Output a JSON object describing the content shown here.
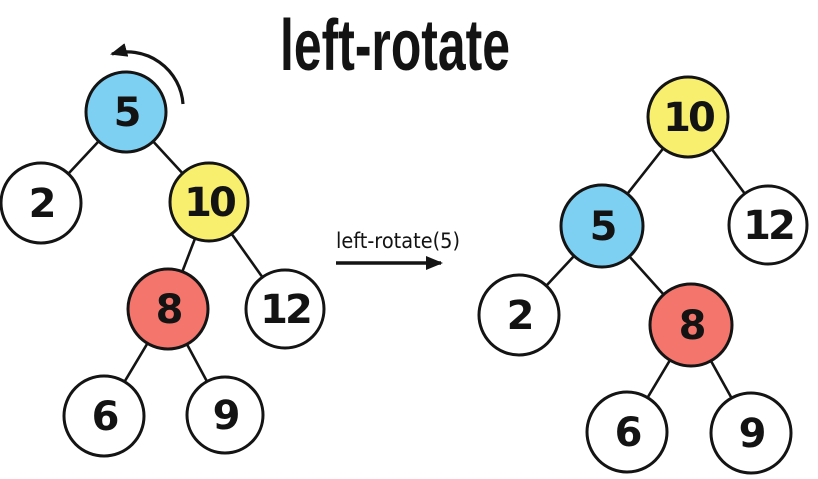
{
  "title": "left-rotate",
  "arrow_label": "left-rotate(5)",
  "palette": {
    "highlight_blue": "#7ED0F2",
    "highlight_yellow": "#F8EF6E",
    "highlight_red": "#F4756C",
    "node_white": "#FFFFFF",
    "stroke": "#141414",
    "background": "#FFFFFF"
  },
  "before": {
    "root": "5",
    "nodes": [
      {
        "value": "5",
        "fill": "#7ED0F2"
      },
      {
        "value": "2",
        "fill": "#FFFFFF"
      },
      {
        "value": "10",
        "fill": "#F8EF6E"
      },
      {
        "value": "8",
        "fill": "#F4756C"
      },
      {
        "value": "12",
        "fill": "#FFFFFF"
      },
      {
        "value": "6",
        "fill": "#FFFFFF"
      },
      {
        "value": "9",
        "fill": "#FFFFFF"
      }
    ],
    "edges": [
      "5-2",
      "5-10",
      "10-8",
      "10-12",
      "8-6",
      "8-9"
    ]
  },
  "after": {
    "root": "10",
    "nodes": [
      {
        "value": "10",
        "fill": "#F8EF6E"
      },
      {
        "value": "5",
        "fill": "#7ED0F2"
      },
      {
        "value": "12",
        "fill": "#FFFFFF"
      },
      {
        "value": "2",
        "fill": "#FFFFFF"
      },
      {
        "value": "8",
        "fill": "#F4756C"
      },
      {
        "value": "6",
        "fill": "#FFFFFF"
      },
      {
        "value": "9",
        "fill": "#FFFFFF"
      }
    ],
    "edges": [
      "10-5",
      "10-12",
      "5-2",
      "5-8",
      "8-6",
      "8-9"
    ]
  }
}
